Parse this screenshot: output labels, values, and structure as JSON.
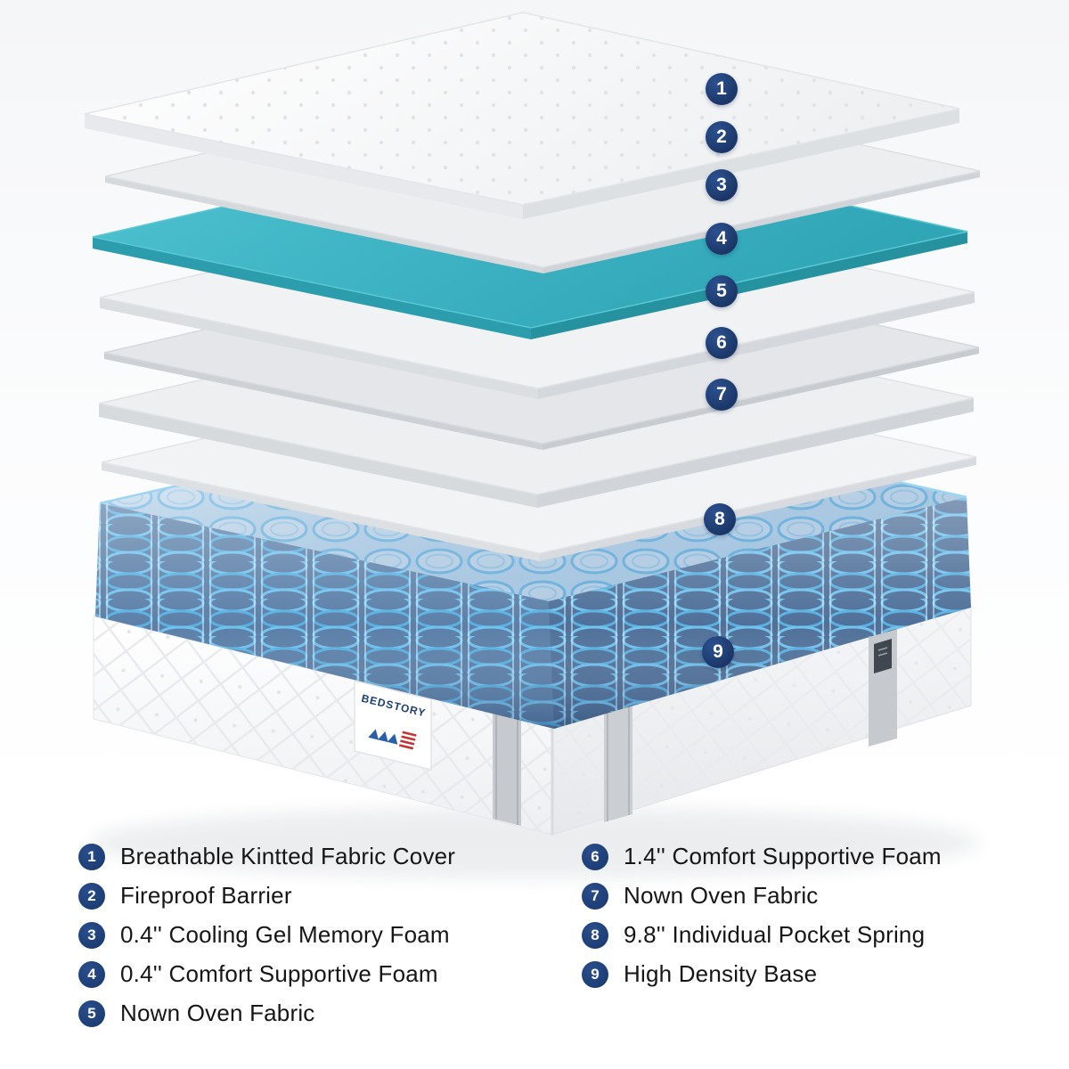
{
  "page": {
    "background": "#ffffff"
  },
  "colors": {
    "badge_navy": "#1d3e75",
    "cooling_gel_teal": "#3eb4c4",
    "pocket_spring_blue": "#5fb9e8",
    "base_white": "#f5f6f8"
  },
  "diagram": {
    "badges": [
      "1",
      "2",
      "3",
      "4",
      "5",
      "6",
      "7",
      "8",
      "9"
    ],
    "brand": "BEDSTORY"
  },
  "legend": {
    "columns": [
      {
        "items": [
          {
            "number": "1",
            "label": "Breathable Kintted Fabric Cover"
          },
          {
            "number": "2",
            "label": "Fireproof Barrier"
          },
          {
            "number": "3",
            "label": "0.4'' Cooling Gel Memory Foam"
          },
          {
            "number": "4",
            "label": "0.4'' Comfort Supportive Foam"
          },
          {
            "number": "5",
            "label": "Nown Oven Fabric"
          }
        ]
      },
      {
        "items": [
          {
            "number": "6",
            "label": "1.4'' Comfort Supportive Foam"
          },
          {
            "number": "7",
            "label": "Nown Oven Fabric"
          },
          {
            "number": "8",
            "label": "9.8'' Individual Pocket Spring"
          },
          {
            "number": "9",
            "label": "High Density Base"
          }
        ]
      }
    ]
  }
}
